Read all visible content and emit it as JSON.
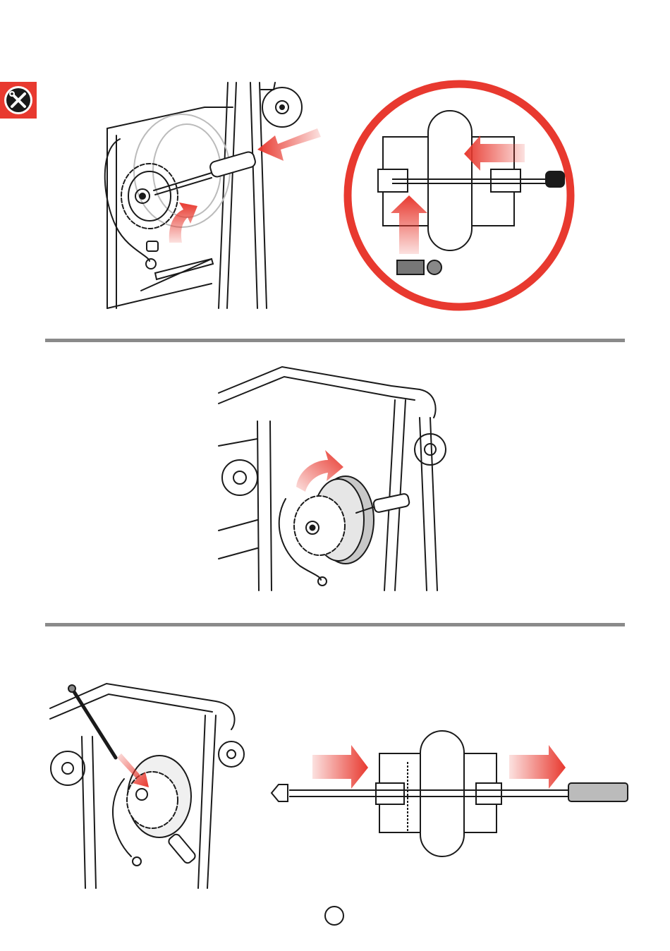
{
  "page": {
    "page_number": ""
  },
  "colors": {
    "accent_red": "#e8392f",
    "rule_gray": "#8a8a8a",
    "ink": "#1a1a1a"
  },
  "icons": {
    "tool_badge": "wrench-screwdriver-icon"
  },
  "panels": [
    {
      "name": "step-remove-axle-bolt"
    },
    {
      "name": "detail-axle-circle"
    },
    {
      "name": "step-rotate-wheel"
    },
    {
      "name": "step-insert-rod"
    },
    {
      "name": "detail-axle-push"
    }
  ]
}
